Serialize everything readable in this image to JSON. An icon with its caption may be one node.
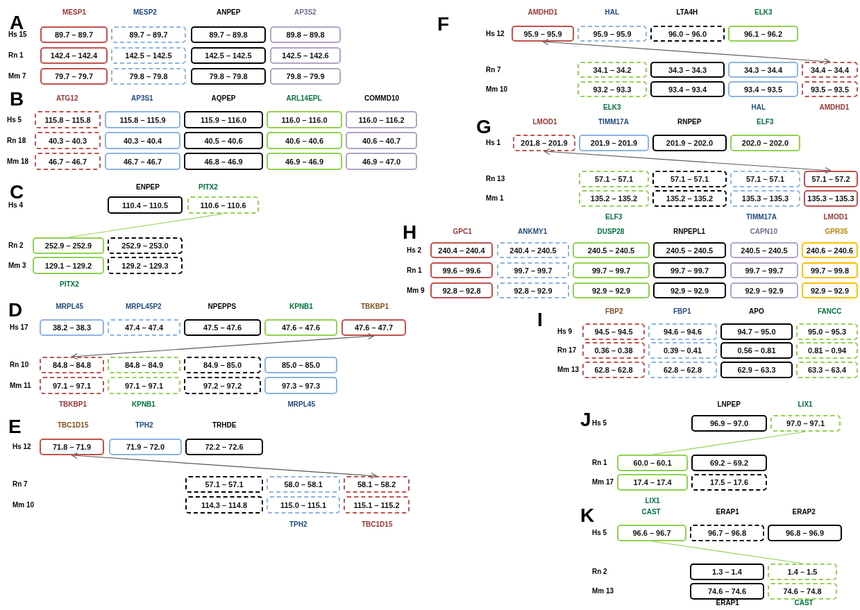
{
  "diagram": {
    "nodes": [
      {
        "text": [
          "89.7 – 89.7"
        ]
      },
      {
        "text": [
          "89.7 – 89.7"
        ]
      },
      {
        "text": [
          "89.7 – 89.8"
        ]
      },
      {
        "text": [
          "89.8 – 89.8"
        ]
      },
      {
        "text": [
          "142.4 – 142.4"
        ]
      },
      {
        "text": [
          "142.5 – 142.5"
        ]
      },
      {
        "text": [
          "142.5 – 142.5"
        ]
      },
      {
        "text": [
          "142.5 – 142.6"
        ]
      },
      {
        "text": [
          "79.7 – 79.7"
        ]
      },
      {
        "text": [
          "79.8 – 79.8"
        ]
      },
      {
        "text": [
          "79.8 – 79.8"
        ]
      },
      {
        "text": [
          "79.8 – 79.9"
        ]
      },
      {
        "text": [
          "115.8 – 115.8"
        ]
      },
      {
        "text": [
          "115.8 – 115.9"
        ]
      },
      {
        "text": [
          "115.9 – 116.0"
        ]
      },
      {
        "text": [
          "116.0 – 116.0"
        ]
      },
      {
        "text": [
          "116.0 – 116.2"
        ]
      },
      {
        "text": [
          "40.3 – 40.3"
        ]
      },
      {
        "text": [
          "40.3 – 40.4"
        ]
      },
      {
        "text": [
          "40.5 – 40.6"
        ]
      },
      {
        "text": [
          "40.6 – 40.6"
        ]
      },
      {
        "text": [
          "40.6 – 40.7"
        ]
      },
      {
        "text": [
          "46.7 – 46.7"
        ]
      },
      {
        "text": [
          "46.7 – 46.7"
        ]
      },
      {
        "text": [
          "46.8 – 46.9"
        ]
      },
      {
        "text": [
          "46.9 – 46.9"
        ]
      },
      {
        "text": [
          "46.9 – 47.0"
        ]
      },
      {
        "text": [
          "110.4 – 110.5"
        ]
      },
      {
        "text": [
          "110.6 – 110.6"
        ]
      },
      {
        "text": [
          "252.9 – 252.9"
        ]
      },
      {
        "text": [
          "252.9 – 253.0"
        ]
      },
      {
        "text": [
          "129.1 – 129.2"
        ]
      },
      {
        "text": [
          "129.2 – 129.3"
        ]
      },
      {
        "text": [
          "38.2 – 38.3"
        ]
      },
      {
        "text": [
          "47.4 – 47.4"
        ]
      },
      {
        "text": [
          "47.5 – 47.6"
        ]
      },
      {
        "text": [
          "47.6 – 47.6"
        ]
      },
      {
        "text": [
          "47.6 – 47.7"
        ]
      },
      {
        "text": [
          "84.8 – 84.8"
        ]
      },
      {
        "text": [
          "84.8 – 84.9"
        ]
      },
      {
        "text": [
          "84.9 – 85.0"
        ]
      },
      {
        "text": [
          "85.0 – 85.0"
        ]
      },
      {
        "text": [
          "97.1 – 97.1"
        ]
      },
      {
        "text": [
          "97.1 – 97.1"
        ]
      },
      {
        "text": [
          "97.2 – 97.2"
        ]
      },
      {
        "text": [
          "97.3 – 97.3"
        ]
      },
      {
        "text": [
          "71.8 – 71.9"
        ]
      },
      {
        "text": [
          "71.9 – 72.0"
        ]
      },
      {
        "text": [
          "72.2 – 72.6"
        ]
      },
      {
        "text": [
          "57.1 – 57.1"
        ]
      },
      {
        "text": [
          "58.0 – 58.1"
        ]
      },
      {
        "text": [
          "58.1 – 58.2"
        ]
      },
      {
        "text": [
          "114.3 – 114.8"
        ]
      },
      {
        "text": [
          "115.0 – 115.1"
        ]
      },
      {
        "text": [
          "115.1 – 115.2"
        ]
      },
      {
        "text": [
          "95.9 – 95.9"
        ]
      },
      {
        "text": [
          "95.9 – 95.9"
        ]
      },
      {
        "text": [
          "96.0 – 96.0"
        ]
      },
      {
        "text": [
          "96.1 – 96.2"
        ]
      },
      {
        "text": [
          "34.1 – 34.2"
        ]
      },
      {
        "text": [
          "34.3 – 34.3"
        ]
      },
      {
        "text": [
          "34.3 – 34.4"
        ]
      },
      {
        "text": [
          "34.4 – 34.4"
        ]
      },
      {
        "text": [
          "93.2 – 93.3"
        ]
      },
      {
        "text": [
          "93.4 – 93.4"
        ]
      },
      {
        "text": [
          "93.4 – 93.5"
        ]
      },
      {
        "text": [
          "93.5 – 93.5"
        ]
      },
      {
        "text": [
          "201.8 – 201.9"
        ]
      },
      {
        "text": [
          "201.9 – 201.9"
        ]
      },
      {
        "text": [
          "201.9 – 202.0"
        ]
      },
      {
        "text": [
          "202.0 – 202.0"
        ]
      },
      {
        "text": [
          "57.1 – 57.1"
        ]
      },
      {
        "text": [
          "57.1 – 57.1"
        ]
      },
      {
        "text": [
          "57.1 – 57.1"
        ]
      },
      {
        "text": [
          "57.1 – 57.2"
        ]
      },
      {
        "text": [
          "135.2 – 135.2"
        ]
      },
      {
        "text": [
          "135.2 – 135.2"
        ]
      },
      {
        "text": [
          "135.3 – 135.3"
        ]
      },
      {
        "text": [
          "135.3 – 135.3"
        ]
      },
      {
        "text": [
          "240.4 – 240.4"
        ]
      },
      {
        "text": [
          "240.4 – 240.5"
        ]
      },
      {
        "text": [
          "240.5 – 240.5"
        ]
      },
      {
        "text": [
          "240.5 – 240.5"
        ]
      },
      {
        "text": [
          "240.5 – 240.5"
        ]
      },
      {
        "text": [
          "240.6 – 240.6"
        ]
      },
      {
        "text": [
          "99.6 – 99.6"
        ]
      },
      {
        "text": [
          "99.7 – 99.7"
        ]
      },
      {
        "text": [
          "99.7 – 99.7"
        ]
      },
      {
        "text": [
          "99.7 – 99.7"
        ]
      },
      {
        "text": [
          "99.7 – 99.7"
        ]
      },
      {
        "text": [
          "99.7 – 99.8"
        ]
      },
      {
        "text": [
          "92.8 – 92.8"
        ]
      },
      {
        "text": [
          "92.8 – 92.9"
        ]
      },
      {
        "text": [
          "92.9 – 92.9"
        ]
      },
      {
        "text": [
          "92.9 – 92.9"
        ]
      },
      {
        "text": [
          "92.9 – 92.9"
        ]
      },
      {
        "text": [
          "92.9 – 92.9"
        ]
      },
      {
        "text": [
          "94.5 – 94.5"
        ]
      },
      {
        "text": [
          "94.6 – 94.6"
        ]
      },
      {
        "text": [
          "94.7 – 95.0"
        ]
      },
      {
        "text": [
          "95.0 – 95.3"
        ]
      },
      {
        "text": [
          "0.36 – 0.38"
        ]
      },
      {
        "text": [
          "0.39 – 0.41"
        ]
      },
      {
        "text": [
          "0.56 – 0.81"
        ]
      },
      {
        "text": [
          "0.81 – 0.94"
        ]
      },
      {
        "text": [
          "62.8 – 62.8"
        ]
      },
      {
        "text": [
          "62.8 – 62.8"
        ]
      },
      {
        "text": [
          "62.9 – 63.3"
        ]
      },
      {
        "text": [
          "63.3 – 63.4"
        ]
      },
      {
        "text": [
          "96.9 – 97.0"
        ]
      },
      {
        "text": [
          "97.0 – 97.1"
        ]
      },
      {
        "text": [
          "60.0 – 60.1"
        ]
      },
      {
        "text": [
          "69.2 – 69.2"
        ]
      },
      {
        "text": [
          "17.4 – 17.4"
        ]
      },
      {
        "text": [
          "17.5 – 17.6"
        ]
      },
      {
        "text": [
          "96.6 – 96.7"
        ]
      },
      {
        "text": [
          "96.7 – 96.8"
        ]
      },
      {
        "text": [
          "96.8 – 96.9"
        ]
      },
      {
        "text": [
          "1.3 – 1.4"
        ]
      },
      {
        "text": [
          "1.4 – 1.5"
        ]
      },
      {
        "text": [
          "74.6 – 74.6"
        ]
      },
      {
        "text": [
          "74.6 – 74.8"
        ]
      }
    ],
    "edges": [
      {
        "from": 28,
        "to": 29,
        "arrow": "none",
        "color": "#92d050"
      },
      {
        "from": 37,
        "to": 38,
        "arrow": "both"
      },
      {
        "from": 46,
        "to": 51,
        "arrow": "both"
      },
      {
        "from": 55,
        "to": 62,
        "arrow": "both"
      },
      {
        "from": 67,
        "to": 74,
        "arrow": "both"
      },
      {
        "from": 110,
        "to": 111,
        "arrow": "none",
        "color": "#92d050"
      },
      {
        "from": 115,
        "to": 119,
        "arrow": "none",
        "color": "#92d050"
      }
    ],
    "labels": [
      "A",
      "MESP1",
      "MESP2",
      "ANPEP",
      "AP3S2",
      "Hs 15",
      "Rn 1",
      "Mm 7",
      "B",
      "ATG12",
      "AP3S1",
      "AQPEP",
      "ARL14EPL",
      "COMMD10",
      "Hs 5",
      "Rn 18",
      "Mm 18",
      "C",
      "ENPEP",
      "PITX2",
      "Hs 4",
      "Rn 2",
      "Mm 3",
      "PITX2",
      "D",
      "MRPL45",
      "MRPL45P2",
      "NPEPPS",
      "KPNB1",
      "TBKBP1",
      "Hs 17",
      "Rn 10",
      "Mm 11",
      "TBKBP1",
      "KPNB1",
      "MRPL45",
      "E",
      "TBC1D15",
      "TPH2",
      "TRHDE",
      "Hs 12",
      "Rn 7",
      "Mm 10",
      "TPH2",
      "TBC1D15",
      "F",
      "AMDHD1",
      "HAL",
      "LTA4H",
      "ELK3",
      "Hs 12",
      "Rn 7",
      "Mm 10",
      "ELK3",
      "HAL",
      "AMDHD1",
      "G",
      "LMOD1",
      "TIMM17A",
      "RNPEP",
      "ELF3",
      "Hs 1",
      "Rn 13",
      "Mm 1",
      "ELF3",
      "TIMM17A",
      "LMOD1",
      "H",
      "GPC1",
      "ANKMY1",
      "DUSP28",
      "RNPEPL1",
      "CAPN10",
      "GPR35",
      "Hs 2",
      "Rn 1",
      "Mm 9",
      "I",
      "FBP2",
      "FBP1",
      "APO",
      "FANCC",
      "Hs 9",
      "Rn 17",
      "Mm 13",
      "J",
      "LNPEP",
      "LIX1",
      "Hs 5",
      "Rn 1",
      "Mm 17",
      "LIX1",
      "K",
      "CAST",
      "ERAP1",
      "ERAP2",
      "Hs 5",
      "Rn 2",
      "Mm 13",
      "ERAP1",
      "CAST"
    ]
  }
}
